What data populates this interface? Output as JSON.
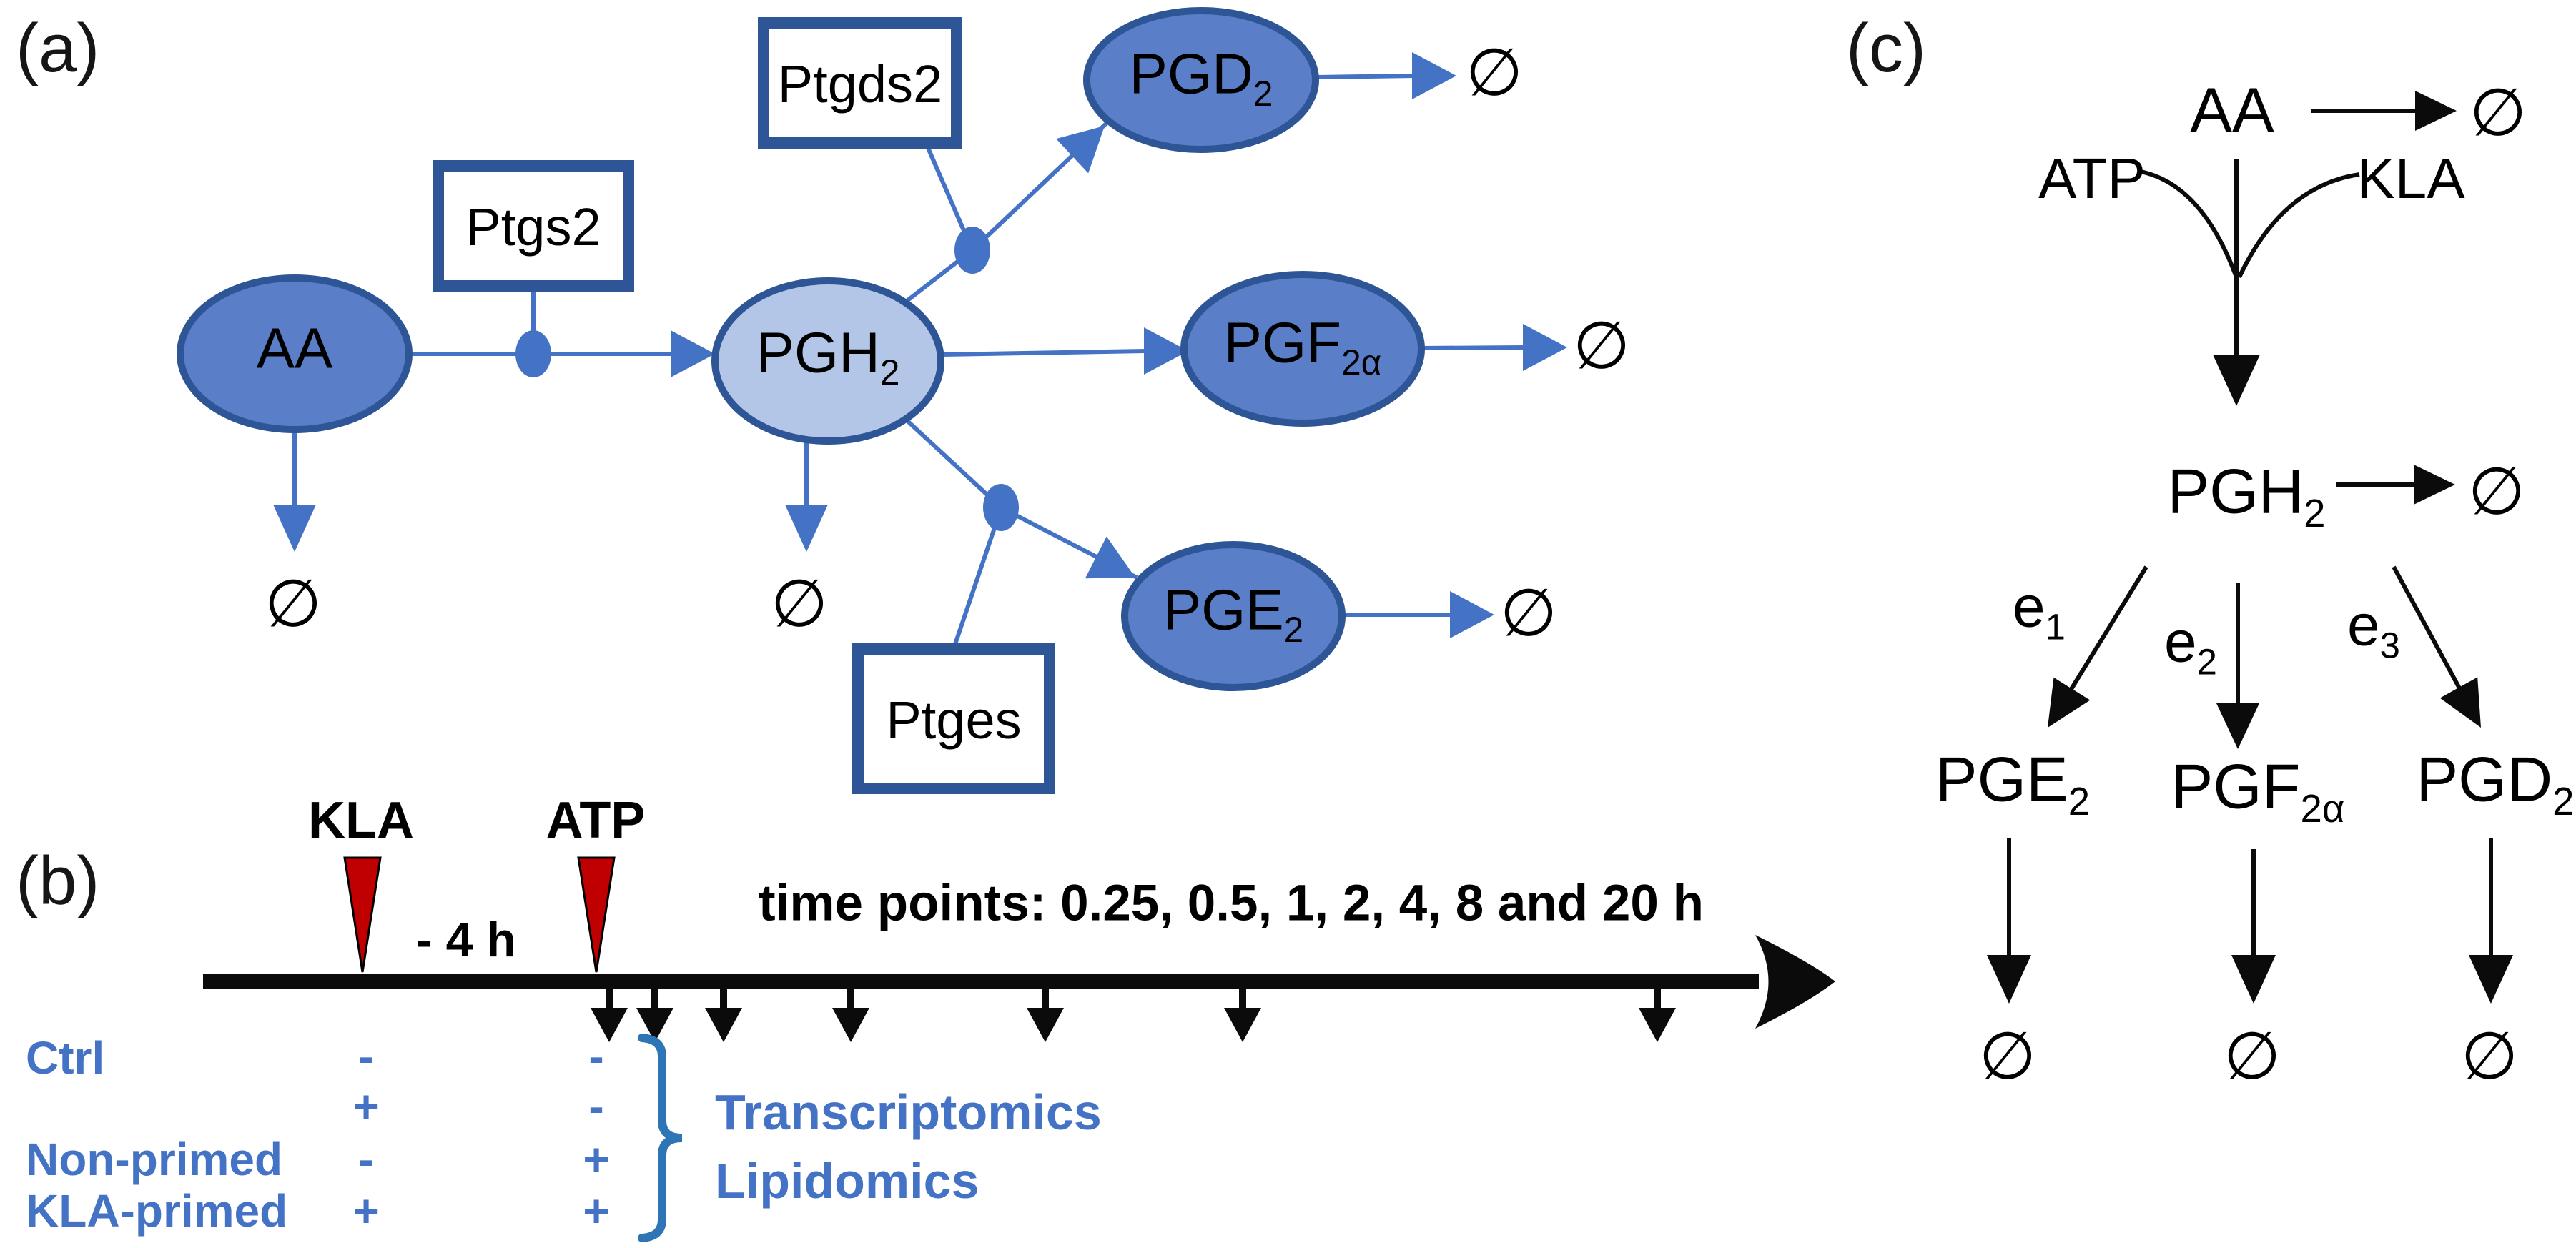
{
  "colors": {
    "node_fill": "#5b7ec8",
    "node_fill_light": "#b4c6e7",
    "node_stroke": "#2e5596",
    "edge_blue": "#4472c4",
    "text_blue": "#4472c4",
    "bracket_blue": "#2e75b6",
    "marker_red": "#c00000",
    "ink": "#0b0b0b"
  },
  "panels": {
    "a": {
      "label": "(a)",
      "nodes": {
        "aa": {
          "base": "AA",
          "sub": ""
        },
        "pgh2": {
          "base": "PGH",
          "sub": "2"
        },
        "pgd2": {
          "base": "PGD",
          "sub": "2"
        },
        "pgf2a": {
          "base": "PGF",
          "sub": "2α"
        },
        "pge2": {
          "base": "PGE",
          "sub": "2"
        }
      },
      "enzymes": {
        "ptgs2": "Ptgs2",
        "ptgds2": "Ptgds2",
        "ptges": "Ptges"
      },
      "empty_set": "∅"
    },
    "b": {
      "label": "(b)",
      "stimuli": {
        "kla": "KLA",
        "atp": "ATP"
      },
      "priming_offset": "- 4 h",
      "timepoints_text": "time points: 0.25, 0.5, 1, 2, 4, 8 and 20 h",
      "conditions": [
        {
          "label": "Ctrl",
          "kla": "-",
          "atp": "-"
        },
        {
          "label": "",
          "kla": "+",
          "atp": "-"
        },
        {
          "label": "Non-primed",
          "kla": "-",
          "atp": "+"
        },
        {
          "label": "KLA-primed",
          "kla": "+",
          "atp": "+"
        }
      ],
      "assays": [
        "Transcriptomics",
        "Lipidomics"
      ]
    },
    "c": {
      "label": "(c)",
      "nodes": {
        "aa": {
          "base": "AA",
          "sub": ""
        },
        "pgh2": {
          "base": "PGH",
          "sub": "2"
        },
        "pge2": {
          "base": "PGE",
          "sub": "2"
        },
        "pgf2a": {
          "base": "PGF",
          "sub": "2α"
        },
        "pgd2": {
          "base": "PGD",
          "sub": "2"
        }
      },
      "cofactors": {
        "atp": "ATP",
        "kla": "KLA"
      },
      "rates": [
        {
          "base": "e",
          "sub": "1"
        },
        {
          "base": "e",
          "sub": "2"
        },
        {
          "base": "e",
          "sub": "3"
        }
      ],
      "empty_set": "∅"
    }
  }
}
